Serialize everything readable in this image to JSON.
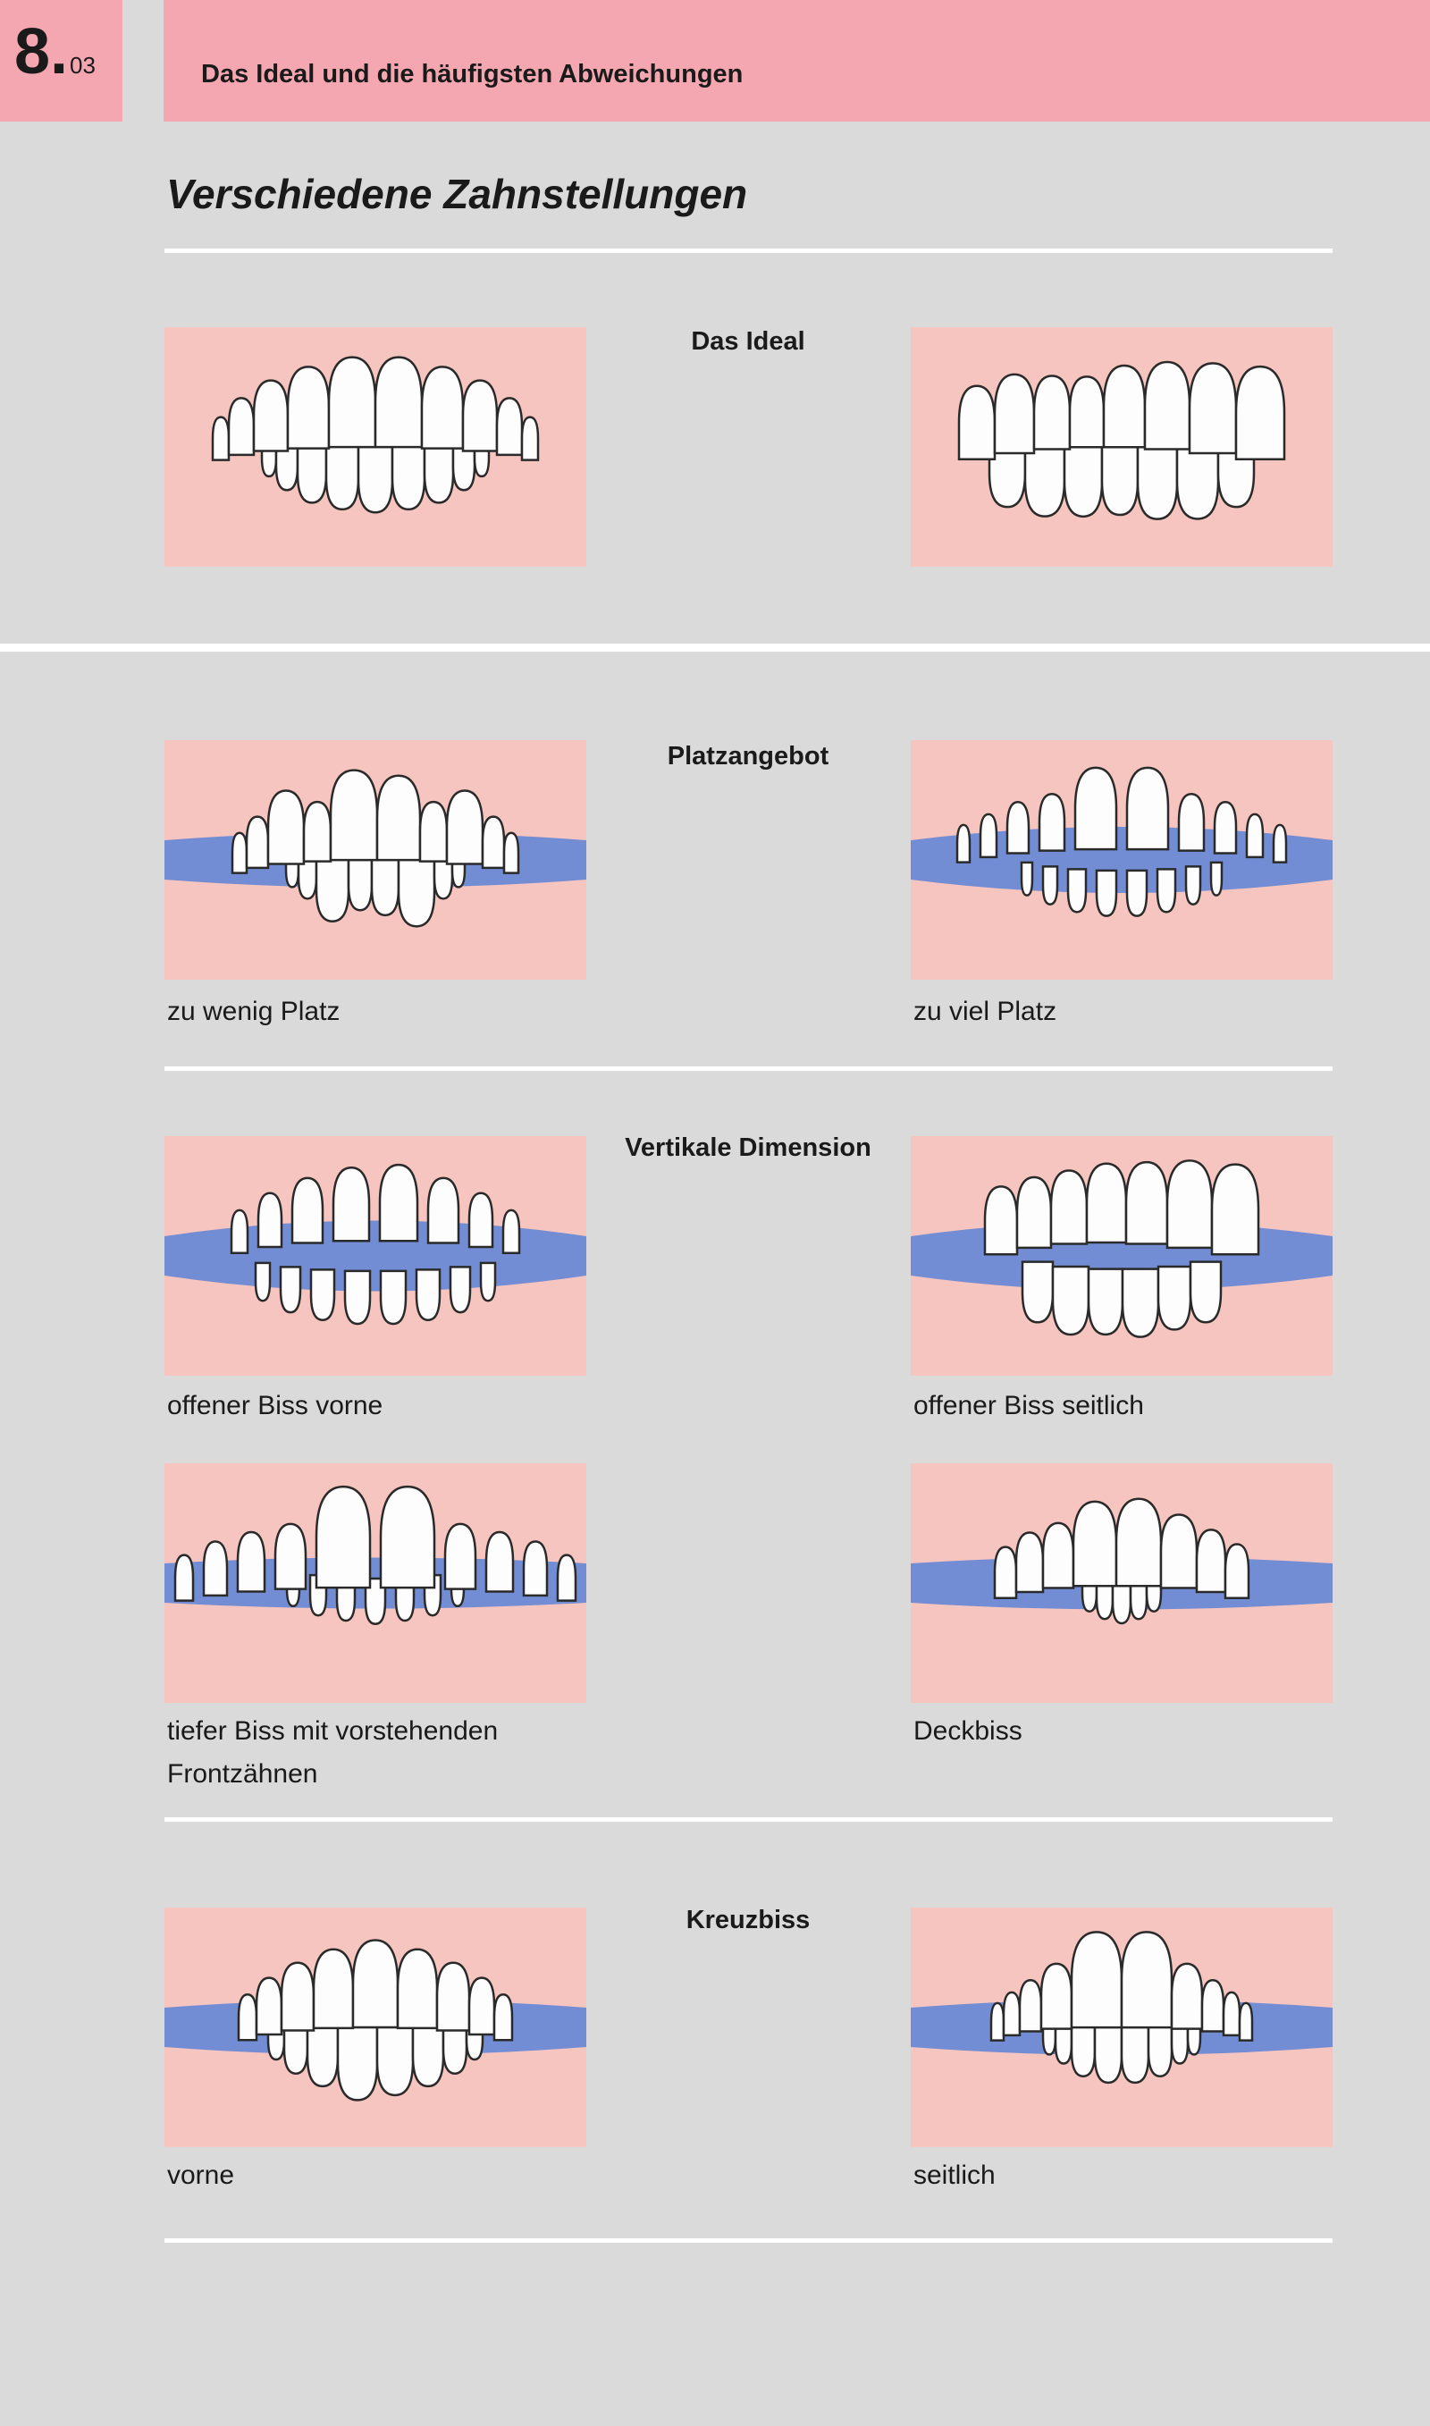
{
  "header": {
    "chapter_number": "8.",
    "chapter_sub": "03",
    "chapter_title": "Das Ideal und die häufigsten Abweichungen"
  },
  "page_title": "Verschiedene Zahnstellungen",
  "colors": {
    "header_pink": "#f4a7b0",
    "image_bg": "#f6c5bf",
    "gum_blue": "#5b82d6",
    "page_bg": "#dadada"
  },
  "sections": {
    "ideal": {
      "heading": "Das Ideal"
    },
    "platz": {
      "heading": "Platzangebot",
      "left_caption": "zu wenig Platz",
      "right_caption": "zu viel Platz"
    },
    "vertikal": {
      "heading": "Vertikale Dimension",
      "captions": [
        "offener Biss vorne",
        "offener Biss seitlich",
        "tiefer Biss mit vorstehenden Frontzähnen",
        "Deckbiss"
      ]
    },
    "kreuz": {
      "heading": "Kreuzbiss",
      "left_caption": "vorne",
      "right_caption": "seitlich"
    }
  }
}
